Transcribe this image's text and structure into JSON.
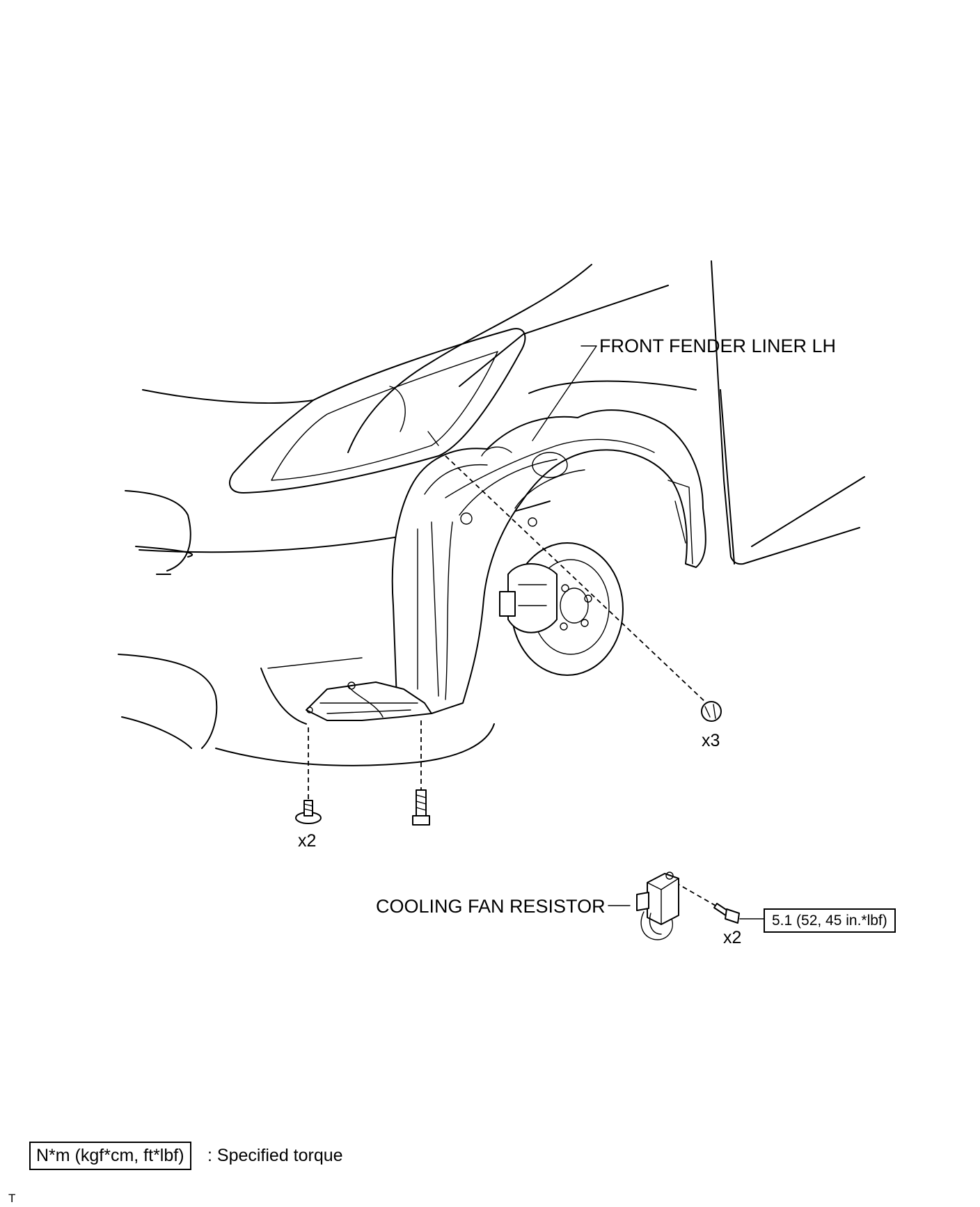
{
  "labels": {
    "fender_liner": "FRONT FENDER LINER LH",
    "cooling_fan_resistor": "COOLING FAN RESISTOR"
  },
  "quantities": {
    "clip": "x3",
    "screw_left": "x2",
    "resistor_bolt": "x2"
  },
  "torque": {
    "resistor_bolt": "5.1 (52, 45 in.*lbf)"
  },
  "legend": {
    "unit_box": "N*m (kgf*cm, ft*lbf)",
    "description": ": Specified torque"
  },
  "corner_mark": "T"
}
